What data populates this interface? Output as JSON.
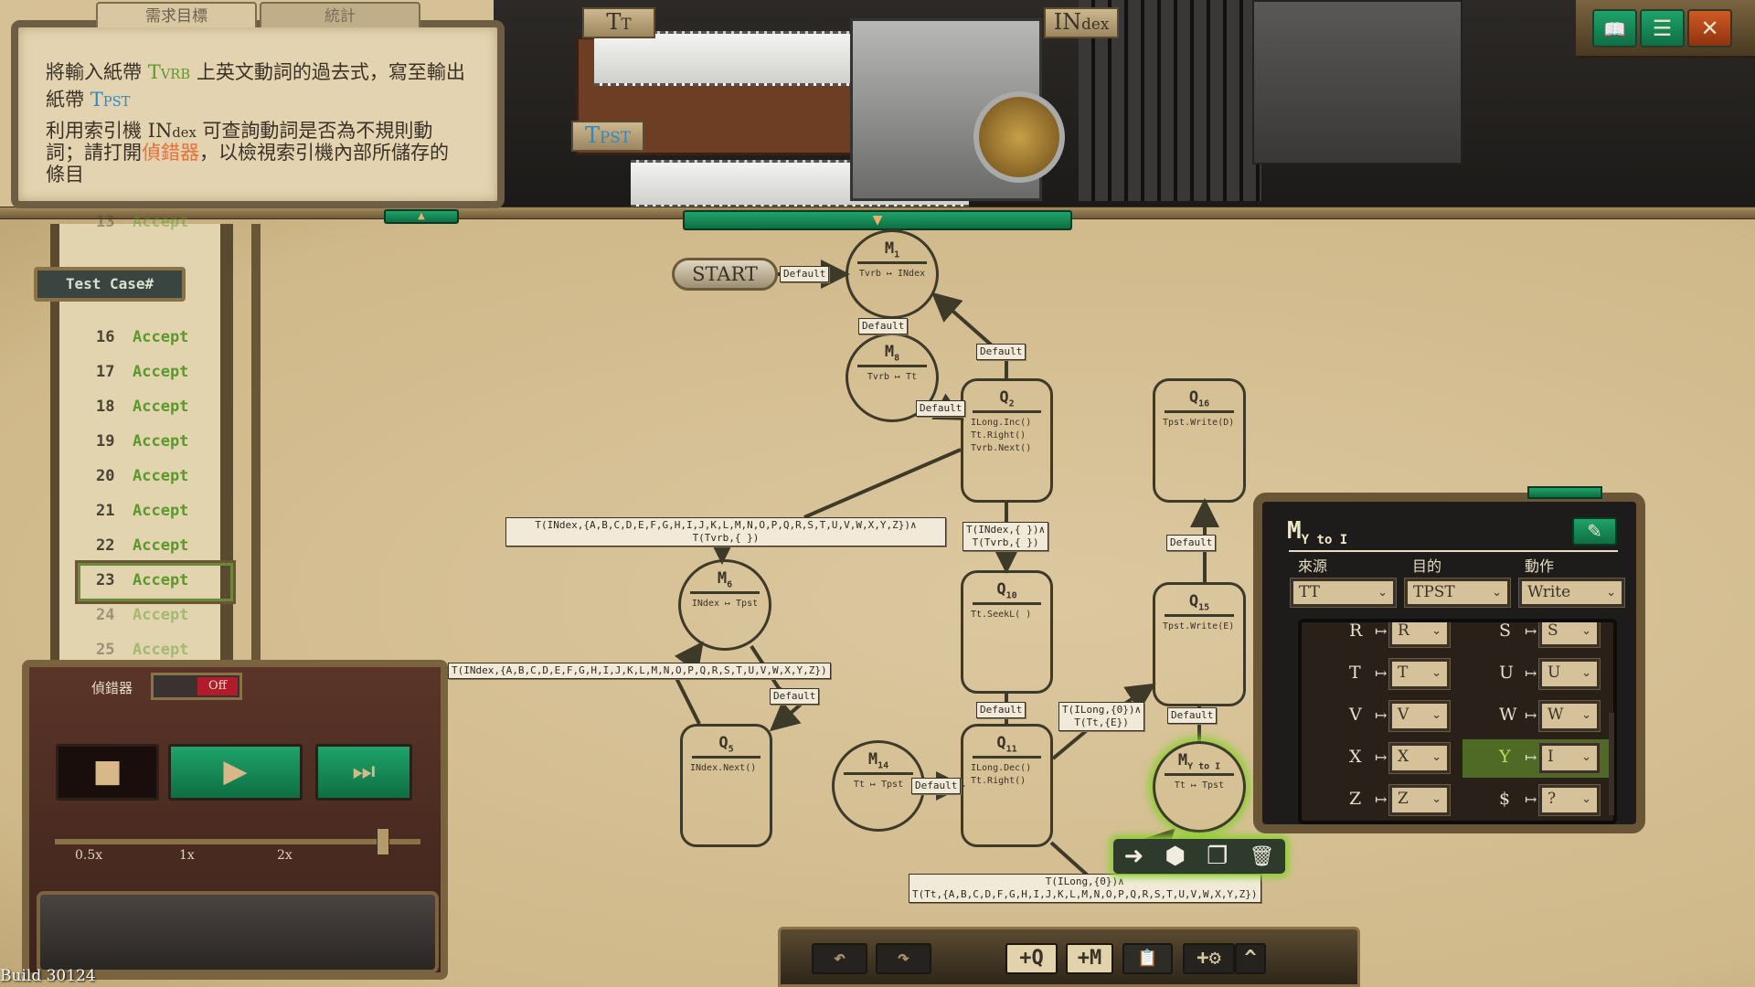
{
  "goal_panel": {
    "tabs": [
      "需求目標",
      "統計"
    ],
    "line1_a": "將輸入紙帶 ",
    "line1_tape": "T",
    "line1_tape_sub": "VRB",
    "line1_b": " 上英文動詞的過去式，寫至輸出",
    "line2_a": "紙帶 ",
    "line2_tape": "T",
    "line2_tape_sub": "PST",
    "line3_a": "利用索引機 IN",
    "line3_sub": "dex",
    "line3_b": " 可查詢動詞是否為不規則動",
    "line4_a": "詞；請打開",
    "line4_link": "偵錯器",
    "line4_b": "，以檢視索引機內部所儲存的",
    "line5": "條目"
  },
  "machine": {
    "tape_t": {
      "main": "T",
      "sub": "T"
    },
    "index": {
      "main": "IN",
      "sub": "dex"
    },
    "tape_pst": {
      "main": "T",
      "sub": "PST"
    }
  },
  "top_buttons": {
    "book": "📖",
    "menu": "☰",
    "close": "✕"
  },
  "test_cases": {
    "header": "Test Case#",
    "rows": [
      {
        "n": "13",
        "status": "Accept"
      },
      {
        "n": "16",
        "status": "Accept"
      },
      {
        "n": "17",
        "status": "Accept"
      },
      {
        "n": "18",
        "status": "Accept"
      },
      {
        "n": "19",
        "status": "Accept"
      },
      {
        "n": "20",
        "status": "Accept"
      },
      {
        "n": "21",
        "status": "Accept"
      },
      {
        "n": "22",
        "status": "Accept"
      },
      {
        "n": "23",
        "status": "Accept"
      },
      {
        "n": "24",
        "status": "Accept"
      },
      {
        "n": "25",
        "status": "Accept"
      }
    ],
    "selected": "23"
  },
  "debugger": {
    "label": "偵錯器",
    "toggle": "Off"
  },
  "playback": {
    "speeds": [
      "0.5x",
      "1x",
      "2x"
    ],
    "stop": "■",
    "play": "▶",
    "step": "⏭"
  },
  "build": "Build 30124",
  "diagram": {
    "start": "START",
    "nodes": [
      {
        "id": "m1",
        "kind": "M",
        "title": "M",
        "sub": "1",
        "actions": [
          "Tvrb ↦ INdex"
        ]
      },
      {
        "id": "m8",
        "kind": "M",
        "title": "M",
        "sub": "8",
        "actions": [
          "Tvrb ↦ Tt"
        ]
      },
      {
        "id": "q2",
        "kind": "Q",
        "title": "Q",
        "sub": "2",
        "actions": [
          "ILong.Inc()",
          "Tt.Right()",
          "Tvrb.Next()"
        ]
      },
      {
        "id": "q16",
        "kind": "Q",
        "title": "Q",
        "sub": "16",
        "actions": [
          "Tpst.Write(D)"
        ]
      },
      {
        "id": "m6",
        "kind": "M",
        "title": "M",
        "sub": "6",
        "actions": [
          "INdex ↦ Tpst"
        ]
      },
      {
        "id": "q10",
        "kind": "Q",
        "title": "Q",
        "sub": "10",
        "actions": [
          "Tt.SeekL( )"
        ]
      },
      {
        "id": "q15",
        "kind": "Q",
        "title": "Q",
        "sub": "15",
        "actions": [
          "Tpst.Write(E)"
        ]
      },
      {
        "id": "q5",
        "kind": "Q",
        "title": "Q",
        "sub": "5",
        "actions": [
          "INdex.Next()"
        ]
      },
      {
        "id": "m14",
        "kind": "M",
        "title": "M",
        "sub": "14",
        "actions": [
          "Tt ↦ Tpst"
        ]
      },
      {
        "id": "q11",
        "kind": "Q",
        "title": "Q",
        "sub": "11",
        "actions": [
          "ILong.Dec()",
          "Tt.Right()"
        ]
      },
      {
        "id": "myi",
        "kind": "M",
        "title": "M",
        "sub": "Y to I",
        "actions": [
          "Tt ↦ Tpst"
        ],
        "selected": true
      }
    ],
    "labels": [
      {
        "id": "l_start",
        "text": [
          "Default"
        ]
      },
      {
        "id": "l_m1m8",
        "text": [
          "Default"
        ]
      },
      {
        "id": "l_q2m1",
        "text": [
          "Default"
        ]
      },
      {
        "id": "l_q2m8",
        "text": [
          "Default"
        ]
      },
      {
        "id": "l_q2m6",
        "text": [
          "T(INdex,{A,B,C,D,E,F,G,H,I,J,K,L,M,N,O,P,Q,R,S,T,U,V,W,X,Y,Z})∧",
          "T(Tvrb,{ })"
        ]
      },
      {
        "id": "l_q2q10",
        "text": [
          "T(INdex,{ })∧",
          "T(Tvrb,{ })"
        ]
      },
      {
        "id": "l_q15q16",
        "text": [
          "Default"
        ]
      },
      {
        "id": "l_q5m6",
        "text": [
          "T(INdex,{A,B,C,D,E,F,G,H,I,J,K,L,M,N,O,P,Q,R,S,T,U,V,W,X,Y,Z})"
        ]
      },
      {
        "id": "l_m6q5",
        "text": [
          "Default"
        ]
      },
      {
        "id": "l_q10q11",
        "text": [
          "Default"
        ]
      },
      {
        "id": "l_q11q15",
        "text": [
          "T(ILong,{0})∧",
          "T(Tt,{E})"
        ]
      },
      {
        "id": "l_q15myi",
        "text": [
          "Default"
        ]
      },
      {
        "id": "l_m14q11",
        "text": [
          "Default"
        ]
      },
      {
        "id": "l_q11out",
        "text": [
          "T(ILong,{0})∧",
          "T(Tt,{A,B,C,D,F,G,H,I,J,K,L,M,N,O,P,Q,R,S,T,U,V,W,X,Y,Z})"
        ]
      }
    ]
  },
  "node_popup": {
    "link": "➜",
    "stop": "⬢",
    "copy": "❐",
    "delete": "🗑"
  },
  "inspector": {
    "title": "M",
    "title_sub": "Y to I",
    "edit": "✎",
    "headers": [
      "來源",
      "目的",
      "動作"
    ],
    "source": "TT",
    "dest": "TPST",
    "action": "Write",
    "mappings": [
      {
        "from": "R",
        "to": "R"
      },
      {
        "from": "S",
        "to": "S"
      },
      {
        "from": "T",
        "to": "T"
      },
      {
        "from": "U",
        "to": "U"
      },
      {
        "from": "V",
        "to": "V"
      },
      {
        "from": "W",
        "to": "W"
      },
      {
        "from": "X",
        "to": "X"
      },
      {
        "from": "Y",
        "to": "I"
      },
      {
        "from": "Z",
        "to": "Z"
      },
      {
        "from": "$",
        "to": "?"
      }
    ],
    "highlighted": "Y",
    "maps_to": "↦",
    "chevron": "⌄"
  },
  "toolbar": {
    "undo": "↶",
    "redo": "↷",
    "add_q": "+Q",
    "add_m": "+M",
    "paste": "📋",
    "add_gear": "+⚙",
    "expand": "^"
  },
  "colors": {
    "accept": "#5a9a2a",
    "tvrb": "#5a9a2a",
    "tpst": "#2e88c4",
    "debugger_link": "#e8703a",
    "selection_glow": "#8ad030",
    "button_green": "#1fa36a"
  }
}
